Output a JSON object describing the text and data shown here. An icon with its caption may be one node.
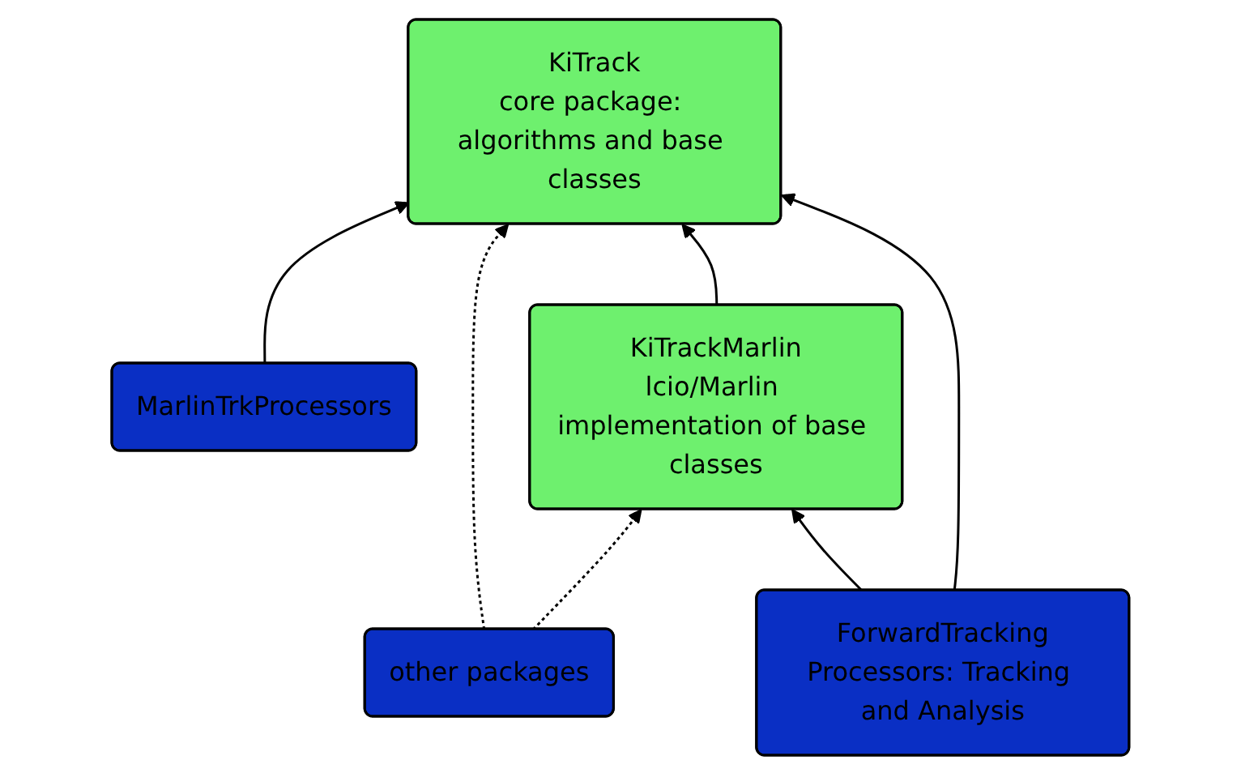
{
  "diagram": {
    "nodes": [
      {
        "text": [
          "KiTrack",
          "core package: algorithms and base classes"
        ]
      },
      {
        "text": [
          "MarlinTrkProcessors"
        ]
      },
      {
        "text": [
          "KiTrackMarlin",
          "lcio/Marlin implementation of base classes"
        ]
      },
      {
        "text": [
          "other packages"
        ]
      },
      {
        "text": [
          "ForwardTracking",
          "Processors: Tracking and Analysis"
        ]
      }
    ],
    "edges": [
      {
        "from": 1,
        "to": 0,
        "arrow": "to"
      },
      {
        "from": 2,
        "to": 0,
        "arrow": "to"
      },
      {
        "from": 3,
        "to": 0,
        "arrow": "to",
        "style": "dashed"
      },
      {
        "from": 3,
        "to": 2,
        "arrow": "to",
        "style": "dashed"
      },
      {
        "from": 4,
        "to": 2,
        "arrow": "to"
      },
      {
        "from": 4,
        "to": 0,
        "arrow": "to"
      }
    ]
  }
}
